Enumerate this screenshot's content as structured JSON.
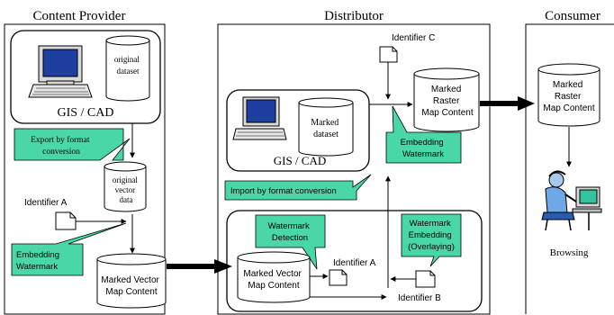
{
  "columns": {
    "provider": "Content Provider",
    "distributor": "Distributor",
    "consumer": "Consumer"
  },
  "provider": {
    "gis_label": "GIS / CAD",
    "original_dataset": [
      "original",
      "dataset"
    ],
    "export_callout": [
      "Export by format",
      "conversion"
    ],
    "vector_data": [
      "original",
      "vector",
      "data"
    ],
    "identifier_a": "Identifier  A",
    "embedding_callout": [
      "Embedding",
      "Watermark"
    ],
    "marked_vector": [
      "Marked Vector",
      "Map Content"
    ]
  },
  "distributor": {
    "identifier_c": "Identifier C",
    "marked_raster": [
      "Marked",
      "Raster",
      "Map Content"
    ],
    "marked_dataset": [
      "Marked",
      "dataset"
    ],
    "gis_label": "GIS / CAD",
    "embedding_callout": [
      "Embedding",
      "Watermark"
    ],
    "import_callout": "Import by format conversion",
    "detection_callout": [
      "Watermark",
      "Detection"
    ],
    "overlay_callout": [
      "Watermark",
      "Embedding",
      "(Overlaying)"
    ],
    "marked_vector": [
      "Marked Vector",
      "Map Content"
    ],
    "identifier_a": "Identifier A",
    "identifier_b": "Identifier B"
  },
  "consumer": {
    "marked_raster": [
      "Marked",
      "Raster",
      "Map Content"
    ],
    "browsing": "Browsing"
  },
  "colors": {
    "callout_fill": "#4ad7a8",
    "screen_blue": "#1f3fa0",
    "stroke": "#000000"
  }
}
